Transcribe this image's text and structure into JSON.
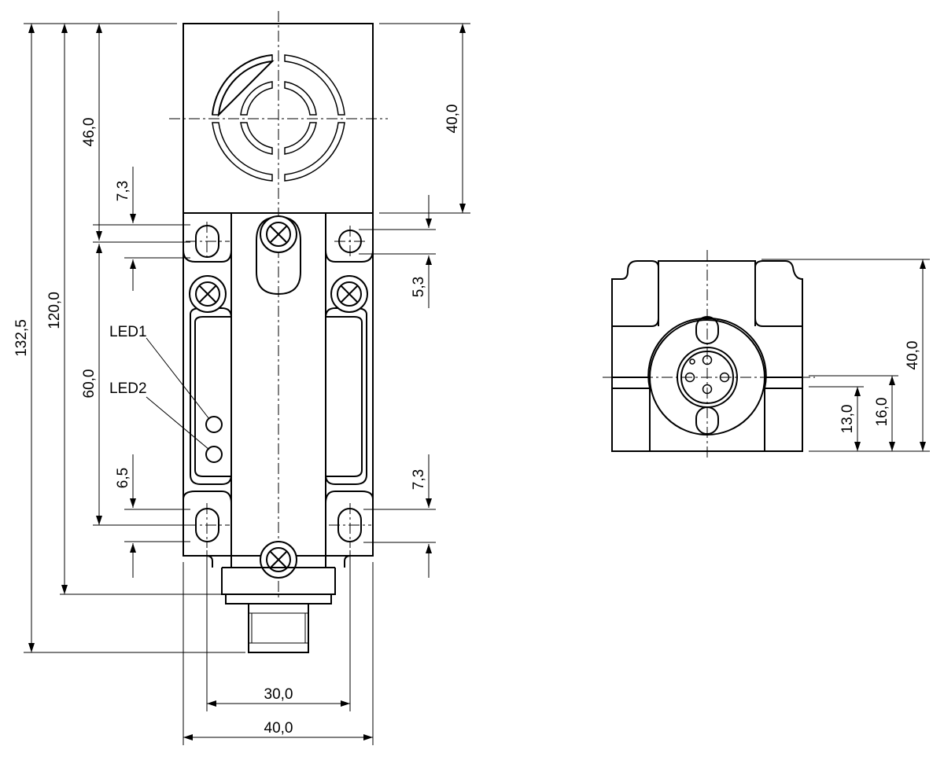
{
  "front_view": {
    "dimensions": {
      "overall_length": "132,5",
      "length_to_housing_end": "120,0",
      "sensing_head_height": "46,0",
      "mounting_hole_pitch": "60,0",
      "top_hole_offset": "7,3",
      "bottom_hole_offset": "6,5",
      "right_top_hole_offset": "5,3",
      "right_bottom_hole_offset": "7,3",
      "head_height_right": "40,0",
      "hole_spacing_width": "30,0",
      "overall_width": "40,0"
    },
    "labels": {
      "led1": "LED1",
      "led2": "LED2"
    }
  },
  "side_view": {
    "dimensions": {
      "height": "40,0",
      "connector_center_height": "16,0",
      "connector_offset": "13,0"
    }
  }
}
